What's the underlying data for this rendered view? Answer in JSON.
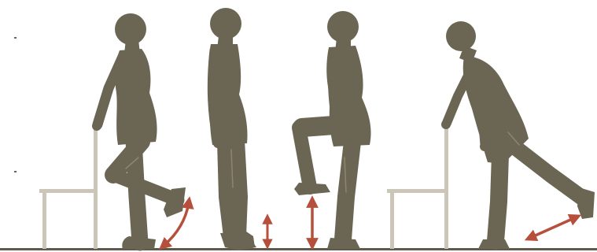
{
  "illustration": {
    "figure_count": 4,
    "chair_count": 2,
    "arrow_count": 4,
    "colors": {
      "background": "#ffffff",
      "silhouette": "#6b6553",
      "silhouette_highlight": "#7d7763",
      "chair": "#cbc6b8",
      "arrow": "#b6503c",
      "floor": "#5f5a4c"
    },
    "exercises": [
      {
        "pose": "knee-bend-holding-chair",
        "motion": "curved-arrow"
      },
      {
        "pose": "toe-stand",
        "motion": "vertical-double-arrow"
      },
      {
        "pose": "knee-raise",
        "motion": "vertical-double-arrow"
      },
      {
        "pose": "back-leg-raise-holding-chair",
        "motion": "diagonal-double-arrow"
      }
    ]
  }
}
